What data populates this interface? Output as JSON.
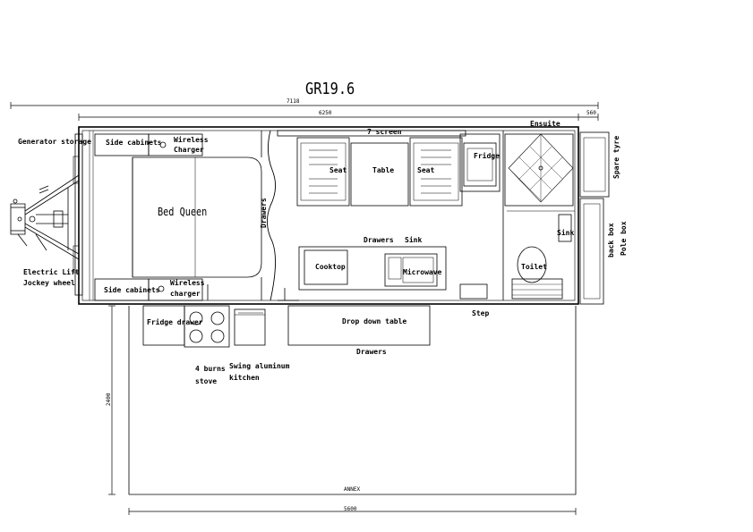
{
  "title": "GR19.6",
  "dimensions": {
    "overall_length": "7118",
    "body_length": "6250",
    "rear_overhang": "560",
    "annex_depth": "2400",
    "annex_length": "5600"
  },
  "labels": {
    "generator_storage": "Generator storage",
    "electric_lift_1": "Electric Lift",
    "electric_lift_2": "Jockey wheel",
    "side_cabinets_top": "Side cabinets",
    "side_cabinets_bottom": "Side cabinets",
    "wireless_charger_top_1": "Wireless",
    "wireless_charger_top_2": "Charger",
    "wireless_charger_bottom_1": "Wireless",
    "wireless_charger_bottom_2": "charger",
    "bed_queen": "Bed Queen",
    "drawers_vertical": "Drawers",
    "tv_screen": "7 screen",
    "seat_left": "Seat",
    "table": "Table",
    "seat_right": "Seat",
    "fridge": "Fridge",
    "ensuite": "Ensuite",
    "spare_tyre": "Spare tyre",
    "back_box": "back box",
    "pole_box": "Pole box",
    "sink_ensuite": "Sink",
    "toilet": "Toilet",
    "drawers_kitchen": "Drawers",
    "sink_kitchen": "Sink",
    "cooktop": "Cooktop",
    "microwave": "Microwave",
    "step": "Step",
    "fridge_drawer": "Fridge drawer",
    "stove_1": "4 burns",
    "stove_2": "stove",
    "swing_kitchen_1": "Swing aluminum",
    "swing_kitchen_2": "kitchen",
    "drop_down_table": "Drop down table",
    "drawers_outside": "Drawers",
    "annex": "ANNEX"
  }
}
